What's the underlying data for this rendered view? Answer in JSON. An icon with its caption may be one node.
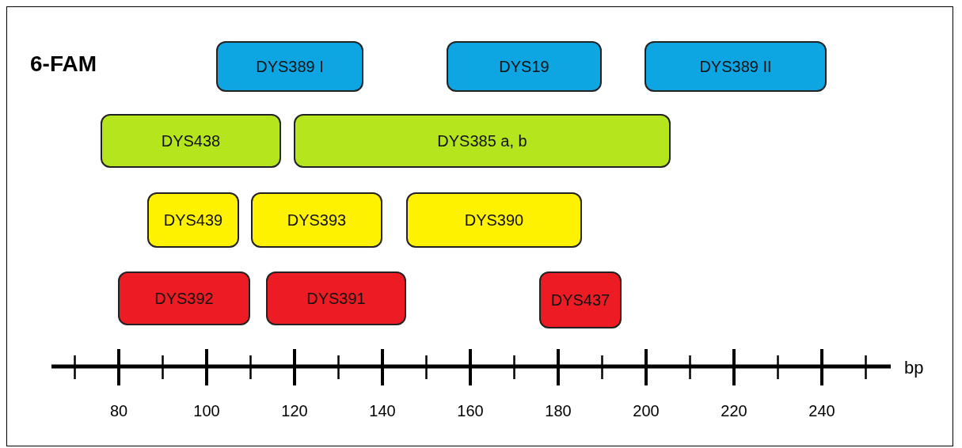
{
  "diagram": {
    "nodes": [
      {
        "text": [
          "DYS389 I"
        ]
      },
      {
        "text": [
          "DYS19"
        ]
      },
      {
        "text": [
          "DYS389 II"
        ]
      },
      {
        "text": [
          "DYS438"
        ]
      },
      {
        "text": [
          "DYS385 a, b"
        ]
      },
      {
        "text": [
          "DYS439"
        ]
      },
      {
        "text": [
          "DYS393"
        ]
      },
      {
        "text": [
          "DYS390"
        ]
      },
      {
        "text": [
          "DYS392"
        ]
      },
      {
        "text": [
          "DYS391"
        ]
      },
      {
        "text": [
          "DYS437"
        ]
      }
    ],
    "edges": [],
    "labels": [
      "6-FAM",
      "bp",
      "80",
      "100",
      "120",
      "140",
      "160",
      "180",
      "200",
      "220",
      "240"
    ]
  }
}
